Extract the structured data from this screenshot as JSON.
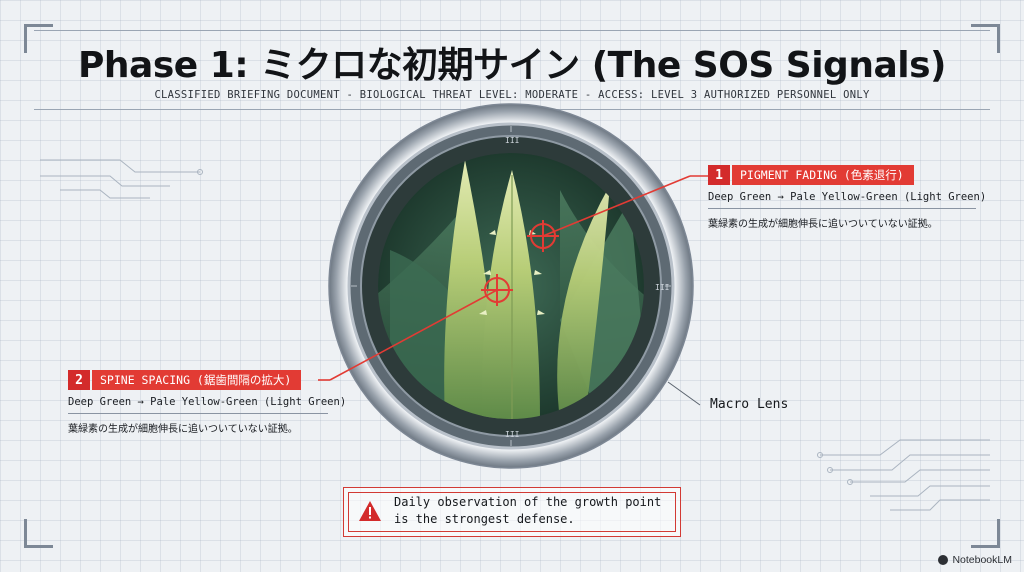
{
  "header": {
    "title": "Phase 1: ミクロな初期サイン (The SOS Signals)",
    "subtitle": "CLASSIFIED BRIEFING DOCUMENT - BIOLOGICAL THREAT LEVEL: MODERATE - ACCESS: LEVEL 3 AUTHORIZED PERSONNEL ONLY"
  },
  "callouts": [
    {
      "number": "1",
      "label": "PIGMENT FADING (色素退行)",
      "line1": "Deep Green → Pale Yellow-Green (Light Green)",
      "line2": "葉緑素の生成が細胞伸長に追いついていない証拠。"
    },
    {
      "number": "2",
      "label": "SPINE SPACING (鋸歯間隔の拡大)",
      "line1": "Deep Green → Pale Yellow-Green (Light Green)",
      "line2": "葉緑素の生成が細胞伸長に追いついていない証拠。"
    }
  ],
  "lens": {
    "label": "Macro Lens",
    "ring_marks": [
      "III",
      "III",
      "III"
    ]
  },
  "warning": {
    "icon": "warning-triangle-icon",
    "line1": "Daily observation of the growth point",
    "line2": "is the strongest defense."
  },
  "brand": "NotebookLM",
  "colors": {
    "accent": "#e23b34",
    "leaf_dark": "#2f5a42",
    "leaf_light": "#c9d98a"
  }
}
